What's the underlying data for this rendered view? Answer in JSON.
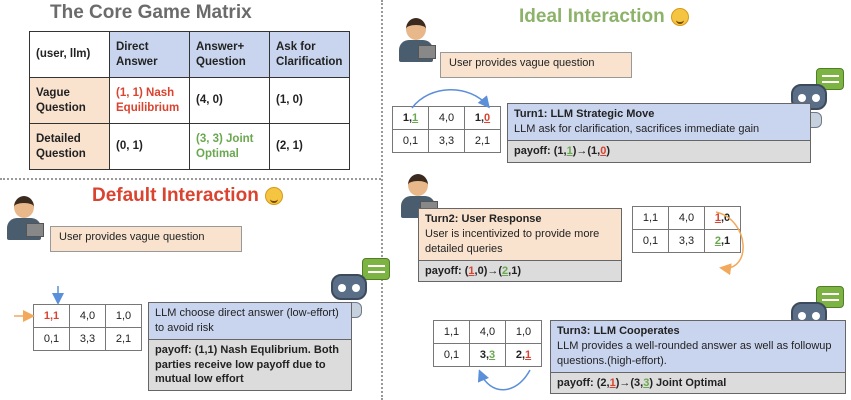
{
  "titles": {
    "core": "The Core Game Matrix",
    "default": "Default Interaction",
    "ideal": "Ideal Interaction"
  },
  "core_matrix": {
    "corner": "(user, llm)",
    "columns": [
      "Direct Answer",
      "Answer+ Question",
      "Ask for Clarification"
    ],
    "rows": [
      {
        "label": "Vague Question",
        "cells": [
          "(1, 1) Nash Equilibrium",
          "(4, 0)",
          "(1, 0)"
        ]
      },
      {
        "label": "Detailed Question",
        "cells": [
          "(0, 1)",
          "(3, 3) Joint Optimal",
          "(2, 1)"
        ]
      }
    ]
  },
  "default": {
    "user_bubble": "User provides vague question",
    "grid": [
      [
        "1,1",
        "4,0",
        "1,0"
      ],
      [
        "0,1",
        "3,3",
        "2,1"
      ]
    ],
    "box_top": "LLM choose direct answer (low-effort) to avoid risk",
    "box_bottom": "payoff: (1,1) Nash Equlibrium. Both parties receive low payoff due to mutual low effort"
  },
  "ideal": {
    "user_bubble": "User provides vague question",
    "turn1": {
      "title": "Turn1: LLM Strategic Move",
      "text": "LLM ask for clarification, sacrifices immediate gain",
      "payoff_prefix": "payoff: (1,",
      "payoff_a": "1",
      "payoff_mid": ")→(1,",
      "payoff_b": "0",
      "payoff_end": ")",
      "grid": [
        [
          "1,1",
          "4,0",
          "1,0"
        ],
        [
          "0,1",
          "3,3",
          "2,1"
        ]
      ]
    },
    "turn2": {
      "title": "Turn2: User Response",
      "text": "User is incentivized to provide more detailed queries",
      "payoff_prefix": "payoff: (",
      "payoff_a": "1",
      "payoff_mid": ",0)→(",
      "payoff_b": "2",
      "payoff_end": ",1)",
      "grid": [
        [
          "1,1",
          "4,0",
          "1,0"
        ],
        [
          "0,1",
          "3,3",
          "2,1"
        ]
      ]
    },
    "turn3": {
      "title": "Turn3: LLM Cooperates",
      "text": "LLM provides a well-rounded answer as well as followup questions.(high-effort).",
      "payoff_prefix": "payoff: (2,",
      "payoff_a": "1",
      "payoff_mid": ")→(3,",
      "payoff_b": "3",
      "payoff_end": ") Joint Optimal",
      "grid": [
        [
          "1,1",
          "4,0",
          "1,0"
        ],
        [
          "0,1",
          "3,3",
          "2,1"
        ]
      ]
    }
  },
  "colors": {
    "red": "#d9432f",
    "green": "#6aa84f",
    "blue_box": "#c9d5ef",
    "peach": "#f9e3cf",
    "gray_box": "#dcdcdc"
  }
}
